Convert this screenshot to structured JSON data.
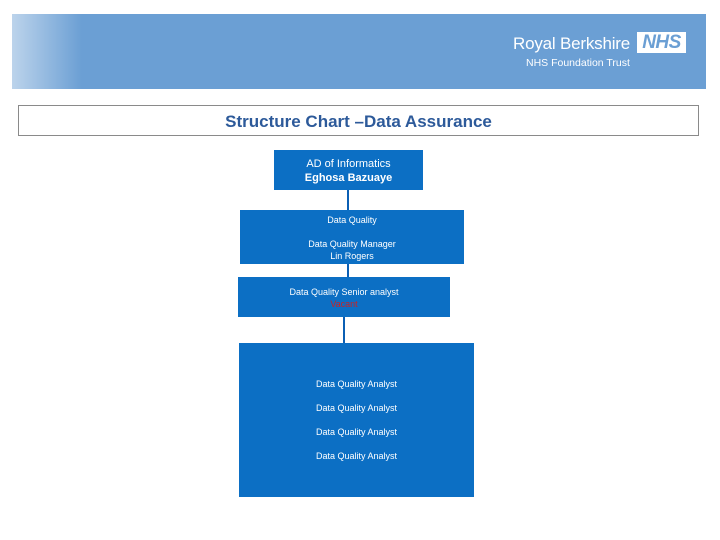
{
  "header": {
    "brand_name": "Royal Berkshire",
    "nhs_logo": "NHS",
    "subtitle": "NHS Foundation Trust",
    "colors": {
      "banner": "#6b9fd4",
      "node": "#0c6fc4",
      "title": "#2d5a9a",
      "vacant": "#cc2222"
    }
  },
  "title": "Structure Chart –Data Assurance",
  "nodes": {
    "ad": {
      "role": "AD of Informatics",
      "name": "Eghosa Bazuaye"
    },
    "dq": {
      "team": "Data Quality",
      "role": "Data Quality Manager",
      "name": "Lin Rogers"
    },
    "senior": {
      "role": "Data Quality Senior analyst",
      "status": "Vacant"
    },
    "analysts": [
      "Data Quality Analyst",
      "Data Quality Analyst",
      "Data Quality Analyst",
      "Data Quality Analyst"
    ]
  }
}
